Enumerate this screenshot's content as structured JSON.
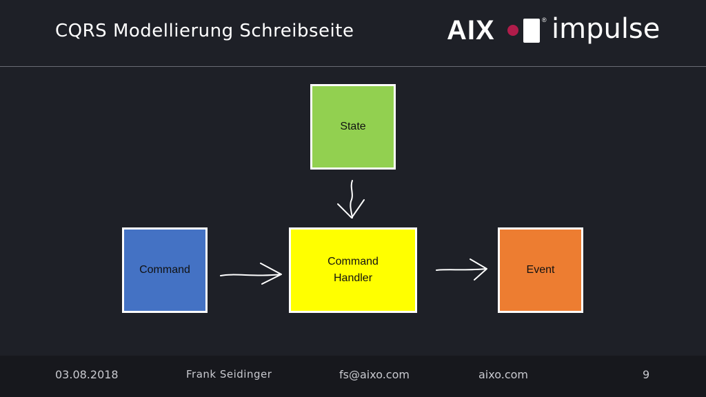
{
  "slide": {
    "title": "CQRS Modellierung Schreibseite"
  },
  "logo": {
    "brand": "AIX",
    "registered": "®",
    "product": "impulse",
    "brand_color": "#b01c4a"
  },
  "diagram": {
    "nodes": [
      {
        "id": "state",
        "label": "State",
        "color": "#92d050"
      },
      {
        "id": "command",
        "label": "Command",
        "color": "#4472c4"
      },
      {
        "id": "handler",
        "label": "Command\nHandler",
        "color": "#ffff00"
      },
      {
        "id": "event",
        "label": "Event",
        "color": "#ed7d31"
      }
    ],
    "edges": [
      {
        "from": "state",
        "to": "handler"
      },
      {
        "from": "command",
        "to": "handler"
      },
      {
        "from": "handler",
        "to": "event"
      }
    ]
  },
  "footer": {
    "date": "03.08.2018",
    "author": "Frank Seidinger",
    "email": "fs@aixo.com",
    "website": "aixo.com",
    "page": "9"
  }
}
